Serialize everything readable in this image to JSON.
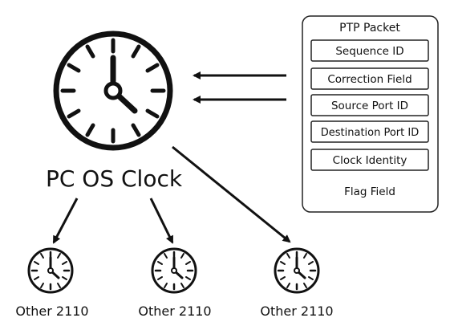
{
  "main_clock": {
    "label": "PC OS Clock"
  },
  "packet": {
    "title": "PTP Packet",
    "fields": [
      "Sequence ID",
      "Correction Field",
      "Source Port ID",
      "Destination Port ID",
      "Clock Identity"
    ],
    "footer": "Flag Field"
  },
  "clients": [
    {
      "label": "Other 2110"
    },
    {
      "label": "Other 2110"
    },
    {
      "label": "Other 2110"
    }
  ],
  "colors": {
    "stroke": "#111111",
    "background": "#ffffff"
  },
  "icons": {
    "clock": "clock-icon",
    "arrow": "arrow-icon"
  }
}
